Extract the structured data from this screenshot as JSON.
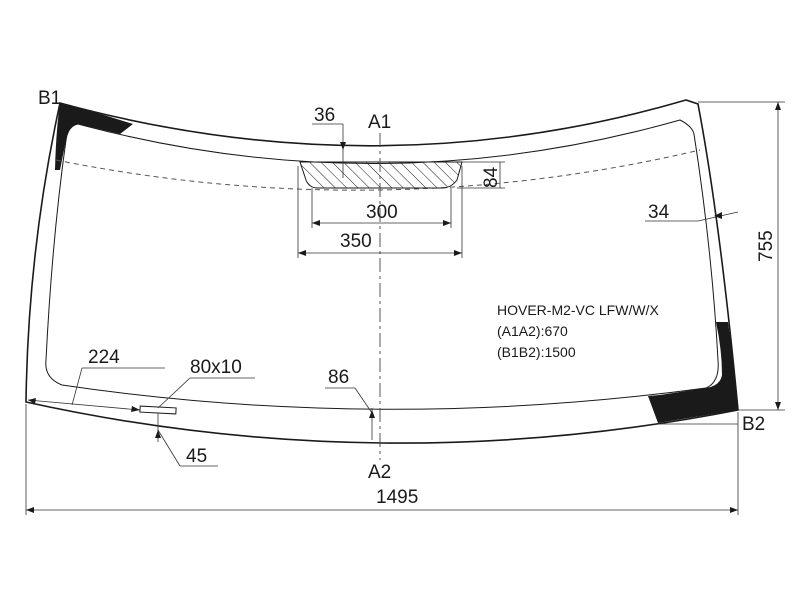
{
  "points": {
    "b1": "B1",
    "b2": "B2",
    "a1": "A1",
    "a2": "A2"
  },
  "dimensions": {
    "top_band": "36",
    "bracket_height": "84",
    "bracket_inner_width": "300",
    "bracket_outer_width": "350",
    "side_band": "34",
    "total_height": "755",
    "bottom_left": "224",
    "sensor_size": "80x10",
    "bottom_offset": "86",
    "bottom_sensor_gap": "45",
    "total_width": "1495"
  },
  "info": {
    "model": "HOVER-M2-VC LFW/W/X",
    "a1a2": "(A1A2):670",
    "b1b2": "(B1B2):1500"
  }
}
